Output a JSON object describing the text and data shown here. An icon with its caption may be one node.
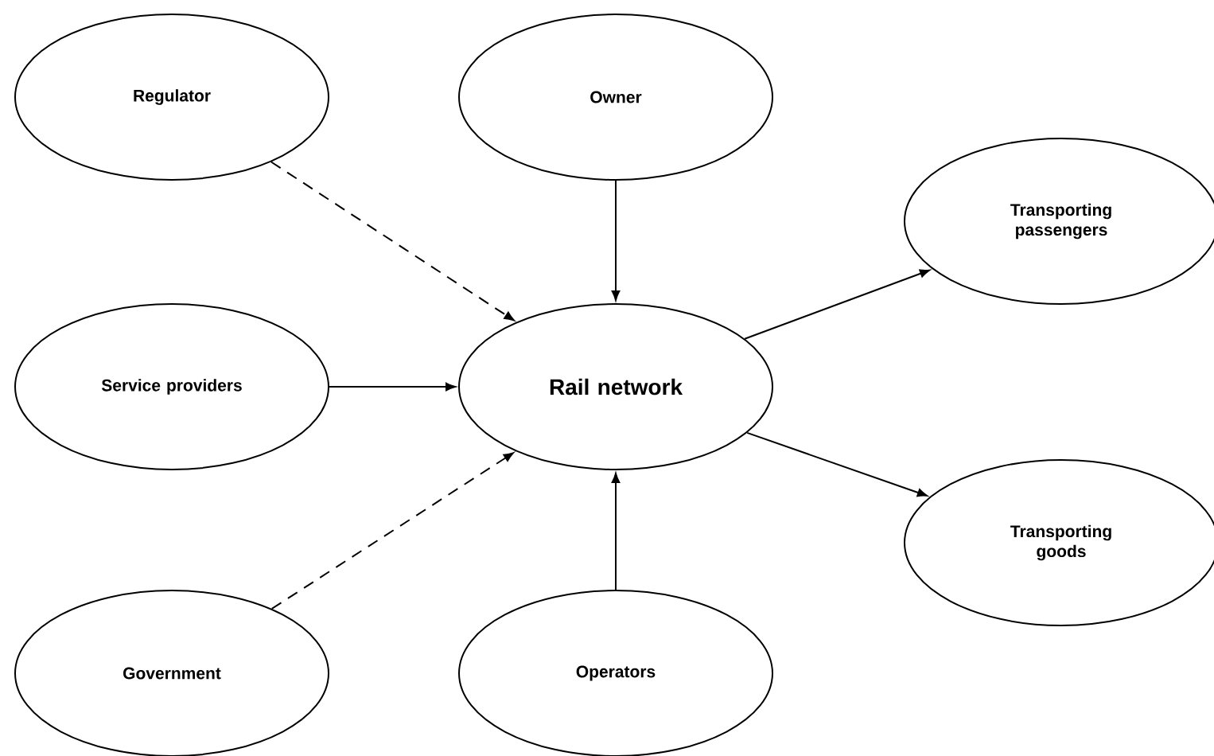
{
  "diagram": {
    "nodes": [
      {
        "text": [
          "Regulator"
        ]
      },
      {
        "text": [
          "Owner"
        ]
      },
      {
        "text": [
          "Transporting passengers"
        ]
      },
      {
        "text": [
          "Service providers"
        ]
      },
      {
        "text": [
          "Rail network"
        ]
      },
      {
        "text": [
          "Transporting goods"
        ]
      },
      {
        "text": [
          "Government"
        ]
      },
      {
        "text": [
          "Operators"
        ]
      }
    ],
    "edges": [
      {
        "from": 0,
        "to": 4,
        "arrow": "to",
        "style": "dashed"
      },
      {
        "from": 1,
        "to": 4,
        "arrow": "to"
      },
      {
        "from": 3,
        "to": 4,
        "arrow": "to"
      },
      {
        "from": 6,
        "to": 4,
        "arrow": "to",
        "style": "dashed"
      },
      {
        "from": 7,
        "to": 4,
        "arrow": "to"
      },
      {
        "from": 4,
        "to": 2,
        "arrow": "to"
      },
      {
        "from": 4,
        "to": 5,
        "arrow": "to"
      }
    ]
  }
}
